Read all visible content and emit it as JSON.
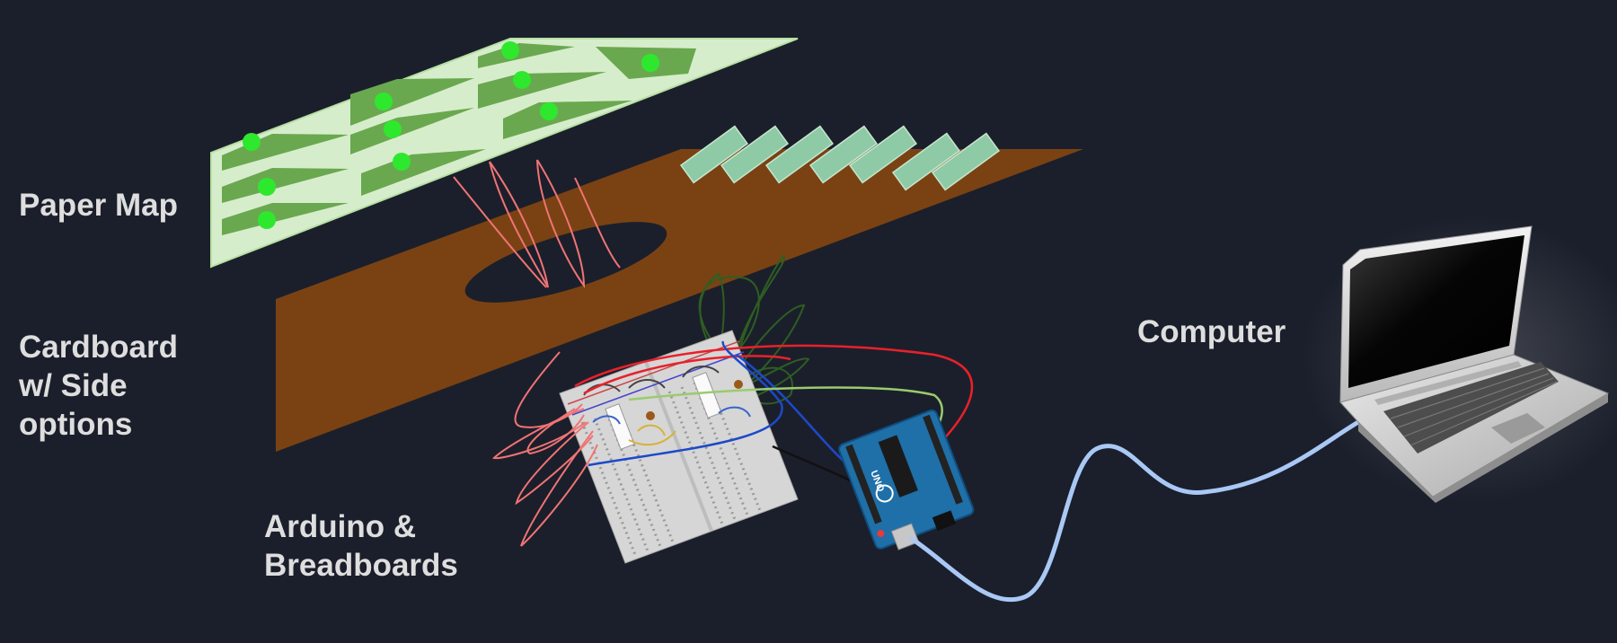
{
  "labels": {
    "paper_map": "Paper Map",
    "cardboard": [
      "Cardboard",
      "w/ Side",
      "options"
    ],
    "arduino": [
      "Arduino &",
      "Breadboards"
    ],
    "computer": "Computer"
  },
  "board_brand": "UNO",
  "colors": {
    "background": "#1b1f2b",
    "label_text": "#dedede",
    "paper_fill": "#d6edcc",
    "paper_stroke": "#b7e0a4",
    "map_region": "#6aa84f",
    "map_marker": "#2ee82e",
    "cardboard": "#7a4213",
    "side_option": "#8ecaa6",
    "arduino_board": "#1f6fa8",
    "breadboard": "#d6d6d6",
    "usb_cable": "#a9c8f5",
    "wire_pink": "#f07474",
    "wire_green": "#2e5e22",
    "wire_red": "#e8212b",
    "wire_blue": "#1d49c9",
    "laptop_body": "#cfcfcf"
  },
  "icons": [
    "laptop-icon",
    "arduino-board-icon",
    "breadboard-icon"
  ]
}
